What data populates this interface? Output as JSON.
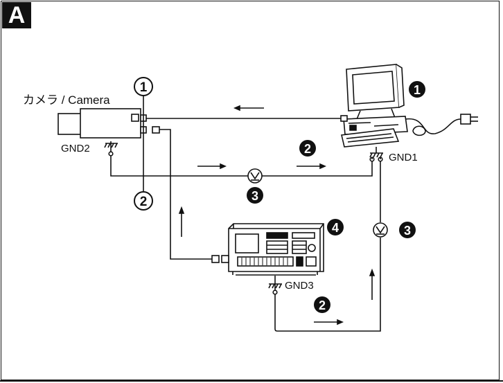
{
  "section": "A",
  "camera_label": "カメラ / Camera",
  "gnd": {
    "gnd1": "GND1",
    "gnd2": "GND2",
    "gnd3": "GND3"
  },
  "markers": {
    "open_1": "1",
    "open_2": "2",
    "filled_1": "1",
    "filled_2": "2",
    "filled_3": "3",
    "filled_4": "4"
  },
  "colors": {
    "ink": "#111111",
    "paper": "#ffffff"
  }
}
